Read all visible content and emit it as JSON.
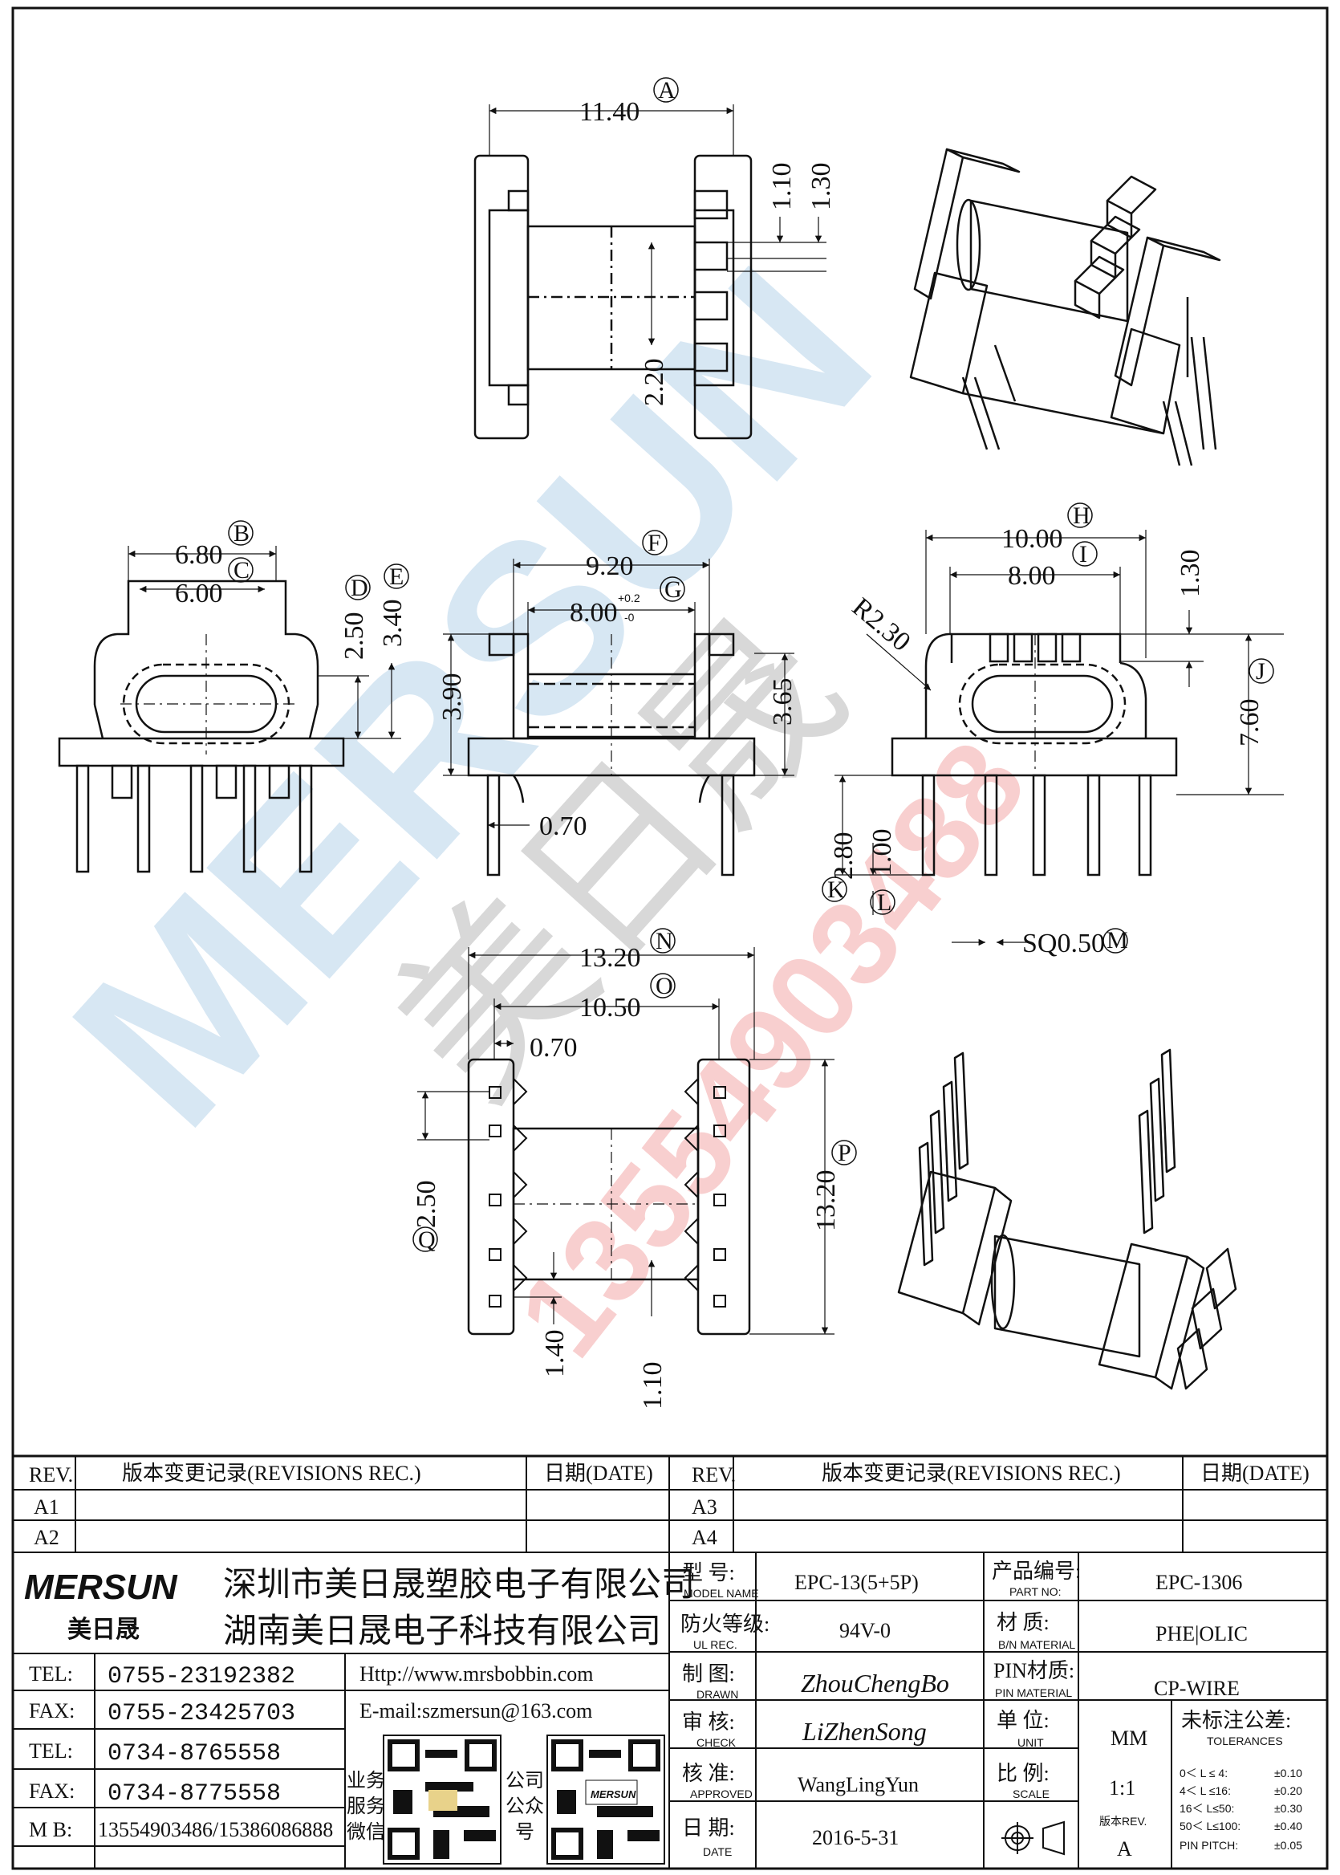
{
  "dimensions": {
    "a": "11.40",
    "a_tag": "A",
    "b1": "1.10",
    "b2": "1.30",
    "b3": "2.20",
    "side_w1": "6.80",
    "side_w1_tag": "B",
    "side_w2": "6.00",
    "side_w2_tag": "C",
    "side_h1": "2.50",
    "side_h1_tag": "D",
    "side_h2": "3.40",
    "side_h2_tag": "E",
    "front_w": "9.20",
    "front_w_tag": "F",
    "front_inner": "8.00",
    "front_inner_tol_up": "+0.2",
    "front_inner_tol_dn": "-0",
    "front_inner_tag": "G",
    "front_h1": "3.90",
    "front_h2": "3.65",
    "front_foot": "0.70",
    "r_w1": "10.00",
    "r_w1_tag": "H",
    "r_w2": "8.00",
    "r_w2_tag": "I",
    "r_h1": "1.30",
    "r_h2": "7.60",
    "r_h2_tag": "J",
    "radius": "R2.30",
    "pin_len": "2.80",
    "pin_len_tag": "K",
    "pin_off": "1.00",
    "pin_off_tag": "L",
    "pin_sq": "SQ0.50",
    "pin_sq_tag": "M",
    "bot_w1": "13.20",
    "bot_w1_tag": "N",
    "bot_w2": "10.50",
    "bot_w2_tag": "O",
    "bot_w3": "0.70",
    "bot_h": "13.20",
    "bot_h_tag": "P",
    "pitch": "2.50",
    "pitch_tag": "Q",
    "bot_d1": "1.40",
    "bot_d2": "1.10"
  },
  "watermark": {
    "brand": "MERSUN",
    "cn": "美日晟",
    "phone": "13554903488"
  },
  "title_block": {
    "rev_header": "REV.",
    "rev_rec_header": "版本变更记录(REVISIONS REC.)",
    "date_header": "日期(DATE)",
    "rev_left": [
      "A1",
      "A2"
    ],
    "rev_right": [
      "A3",
      "A4"
    ],
    "logo": "MERSUN",
    "logo_cn": "美日晟",
    "company1": "深圳市美日晟塑胶电子有限公司",
    "company2": "湖南美日晟电子科技有限公司",
    "contacts": [
      {
        "label": "TEL:",
        "value": "0755-23192382"
      },
      {
        "label": "FAX:",
        "value": "0755-23425703"
      },
      {
        "label": "TEL:",
        "value": "0734-8765558"
      },
      {
        "label": "FAX:",
        "value": "0734-8775558"
      },
      {
        "label": "M B:",
        "value": "13554903486/15386086888"
      }
    ],
    "http": "Http://www.mrsbobbin.com",
    "email": "E-mail:szmersun@163.com",
    "qr1_label": [
      "业务",
      "服务",
      "微信"
    ],
    "qr2_label": [
      "公司",
      "公众",
      "号"
    ],
    "model_label": "型 号:",
    "model_label_en": "MODEL NAME",
    "model_value": "EPC-13(5+5P)",
    "part_label": "产品编号:",
    "part_label_en": "PART NO:",
    "part_value": "EPC-1306",
    "ul_label": "防火等级:",
    "ul_label_en": "UL REC.",
    "ul_value": "94V-0",
    "material_label": "材 质:",
    "material_label_en": "B/N MATERIAL",
    "material_value": "PHE|OLIC",
    "drawn_label": "制 图:",
    "drawn_label_en": "DRAWN",
    "drawn_value": "ZhouChengBo",
    "pin_mat_label": "PIN材质:",
    "pin_mat_label_en": "PIN MATERIAL",
    "pin_mat_value": "CP-WIRE",
    "check_label": "审 核:",
    "check_label_en": "CHECK",
    "check_value": "LiZhenSong",
    "unit_label": "单 位:",
    "unit_label_en": "UNIT",
    "unit_value": "MM",
    "tol_label": "未标注公差:",
    "tol_label_en": "TOLERANCES",
    "approved_label": "核 准:",
    "approved_label_en": "APPROVED",
    "approved_value": "WangLingYun",
    "scale_label": "比 例:",
    "scale_label_en": "SCALE",
    "scale_value": "1:1",
    "date_label": "日 期:",
    "date_label_en": "DATE",
    "date_value": "2016-5-31",
    "version_label": "版本REV.",
    "version_value": "A",
    "tolerances": [
      {
        "range": "0＜ L ≤ 4:",
        "value": "±0.10"
      },
      {
        "range": "4＜ L ≤16:",
        "value": "±0.20"
      },
      {
        "range": "16＜ L≤50:",
        "value": "±0.30"
      },
      {
        "range": "50＜ L≤100:",
        "value": "±0.40"
      },
      {
        "range": "PIN PITCH:",
        "value": "±0.05"
      }
    ]
  }
}
